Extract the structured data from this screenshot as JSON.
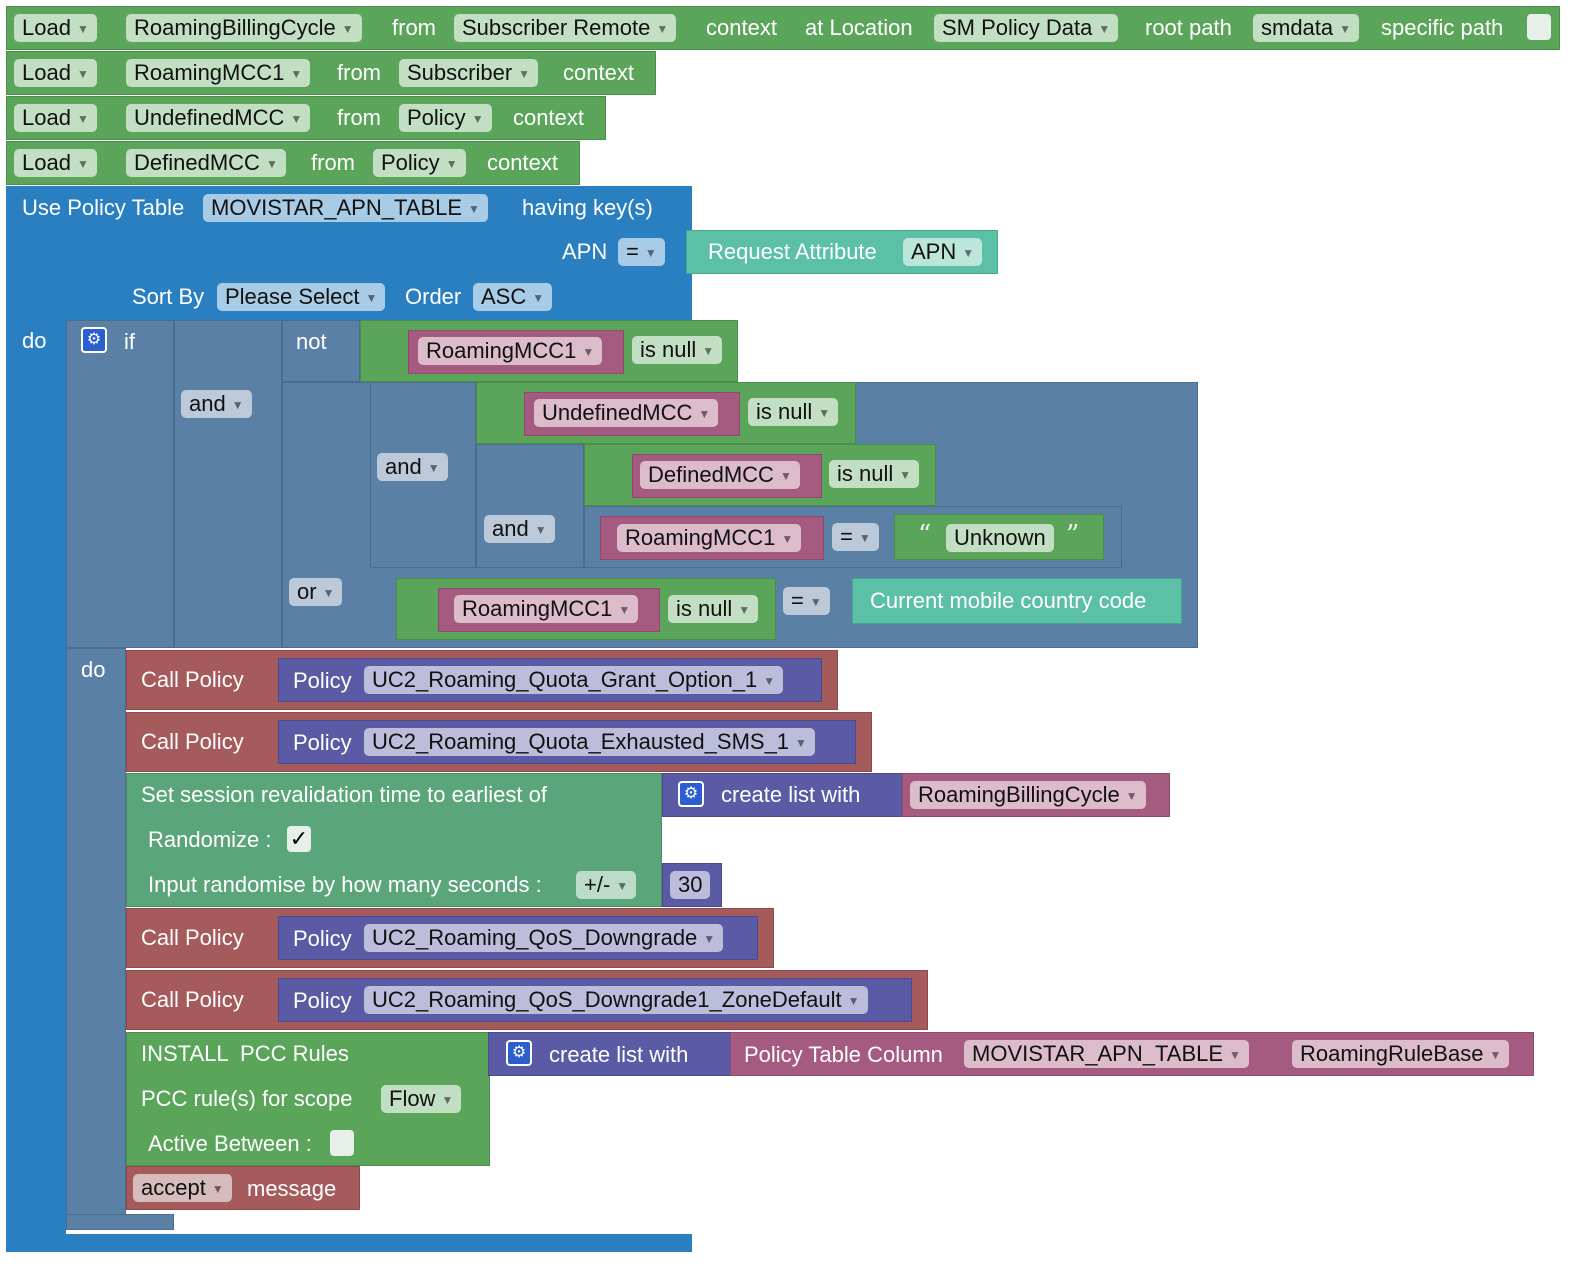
{
  "loads": [
    {
      "verb": "Load",
      "var": "RoamingBillingCycle",
      "from": "from",
      "source": "Subscriber Remote",
      "context": "context",
      "at_location": "at Location",
      "location": "SM Policy Data",
      "root_path": "root path",
      "root": "smdata",
      "specific_path": "specific path"
    },
    {
      "verb": "Load",
      "var": "RoamingMCC1",
      "from": "from",
      "source": "Subscriber",
      "context": "context"
    },
    {
      "verb": "Load",
      "var": "UndefinedMCC",
      "from": "from",
      "source": "Policy",
      "context": "context"
    },
    {
      "verb": "Load",
      "var": "DefinedMCC",
      "from": "from",
      "source": "Policy",
      "context": "context"
    }
  ],
  "table": {
    "use_label": "Use Policy Table",
    "table": "MOVISTAR_APN_TABLE",
    "having": "having key(s)",
    "key": "APN",
    "key_op": "=",
    "req_label": "Request Attribute",
    "req_attr": "APN",
    "sort_by": "Sort By",
    "sort_value": "Please Select",
    "order": "Order",
    "order_value": "ASC",
    "do": "do"
  },
  "cond": {
    "if": "if",
    "and1": "and",
    "not": "not",
    "var1": "RoamingMCC1",
    "isnull": "is null",
    "var2": "UndefinedMCC",
    "and2": "and",
    "var3": "DefinedMCC",
    "and3": "and",
    "var4": "RoamingMCC1",
    "eq": "=",
    "unknown": "Unknown",
    "or": "or",
    "var5": "RoamingMCC1",
    "eq2": "=",
    "current": "Current mobile country code",
    "do": "do"
  },
  "actions": {
    "call": "Call Policy",
    "policy": "Policy",
    "p1": "UC2_Roaming_Quota_Grant_Option_1",
    "p2": "UC2_Roaming_Quota_Exhausted_SMS_1",
    "p3": "UC2_Roaming_QoS_Downgrade",
    "p4": "UC2_Roaming_QoS_Downgrade1_ZoneDefault",
    "reval": "Set session revalidation time to earliest of",
    "create_list": "create list with",
    "billing": "RoamingBillingCycle",
    "randomize": "Randomize :",
    "randomize_checked": "✓",
    "rand_secs": "Input randomise by how many seconds :",
    "plusminus": "+/-",
    "secs": "30",
    "install": "INSTALL  PCC Rules",
    "scope": "PCC rule(s) for scope",
    "scope_value": "Flow",
    "active": "Active Between :",
    "ptc": "Policy Table Column",
    "ptc_table": "MOVISTAR_APN_TABLE",
    "ptc_col": "RoamingRuleBase",
    "accept": "accept",
    "message": "message"
  }
}
